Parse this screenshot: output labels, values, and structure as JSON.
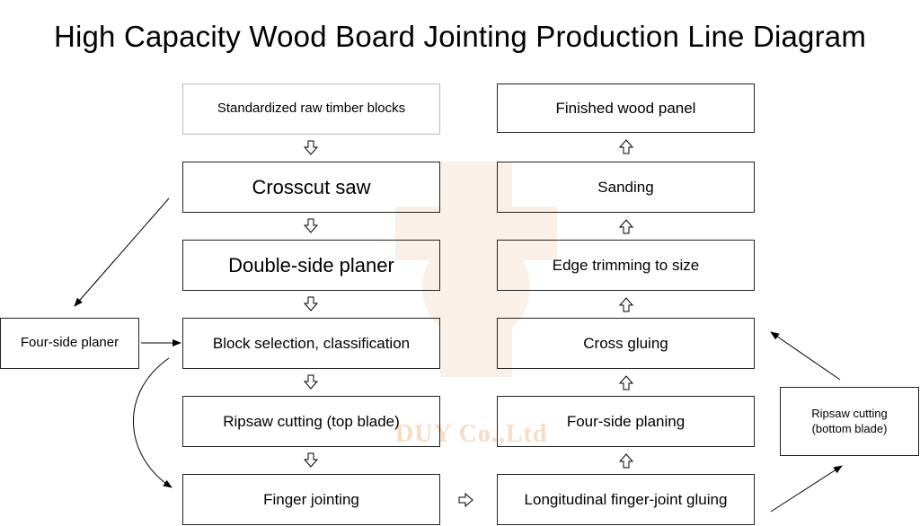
{
  "title": "High Capacity Wood Board Jointing Production Line Diagram",
  "left_column": [
    "Standardized raw timber blocks",
    "Crosscut saw",
    "Double-side planer",
    "Block selection, classification",
    "Ripsaw cutting (top blade)",
    "Finger jointing"
  ],
  "right_column": [
    "Finished wood panel",
    "Sanding",
    "Edge trimming to size",
    "Cross gluing",
    "Four-side planing",
    "Longitudinal finger-joint gluing"
  ],
  "side_left": "Four-side planer",
  "side_right": "Ripsaw cutting (bottom blade)",
  "watermark_text": "DUY Co.,Ltd",
  "colors": {
    "border": "#222222",
    "light_border": "#bbbbbb",
    "watermark": "#e8a060"
  }
}
